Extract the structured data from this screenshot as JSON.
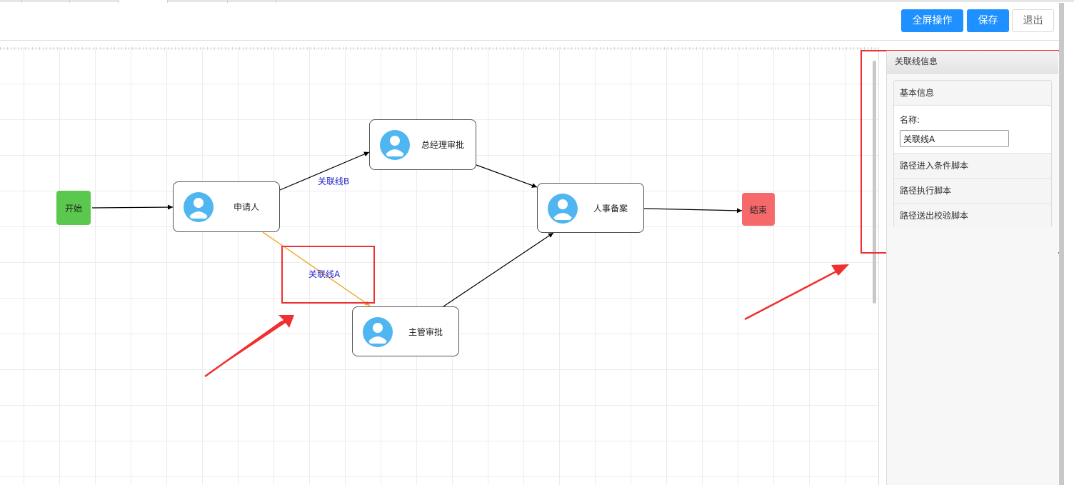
{
  "toolbar": {
    "fullscreen_label": "全屏操作",
    "save_label": "保存",
    "exit_label": "退出"
  },
  "flow": {
    "start_label": "开始",
    "end_label": "结束",
    "nodes": {
      "applicant": "申请人",
      "gm_approval": "总经理审批",
      "hr_filing": "人事备案",
      "supervisor_approval": "主管审批"
    },
    "links": {
      "link_b": "关联线B",
      "link_a": "关联线A"
    }
  },
  "panel": {
    "title": "关联线信息",
    "basic_info_title": "基本信息",
    "name_label": "名称:",
    "name_value": "关联线A",
    "sections": [
      "路径进入条件脚本",
      "路径执行脚本",
      "路径送出校验脚本"
    ]
  },
  "colors": {
    "primary_button": "#1e90ff",
    "start_node": "#5ac84f",
    "end_node": "#f5696b",
    "avatar": "#4fb6f1",
    "selected_link": "#f5a623",
    "link_label": "#2222cc",
    "annotation": "#f03030"
  },
  "icons": {
    "node_avatar": "user-avatar-icon"
  }
}
